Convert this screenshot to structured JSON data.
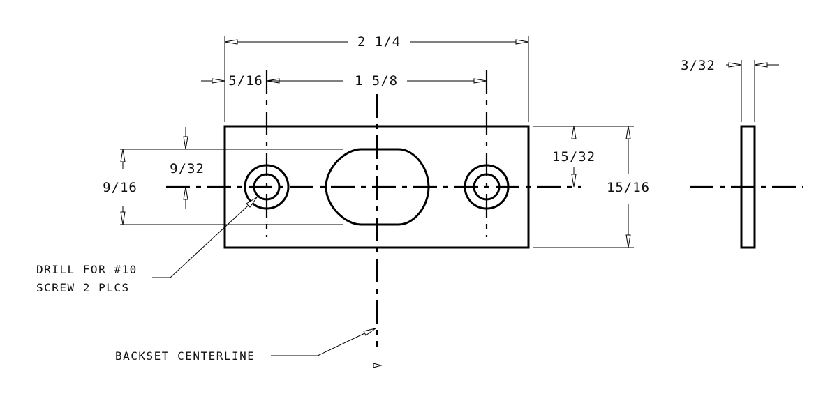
{
  "dimensions": {
    "overall_length": "2 1/4",
    "hole_offset": "5/16",
    "hole_spacing": "1 5/8",
    "thickness": "3/32",
    "slot_height": "9/16",
    "hole_center_offset": "9/32",
    "center_height": "15/32",
    "overall_height": "15/16"
  },
  "notes": {
    "drill_line1": "DRILL FOR #10",
    "drill_line2": "SCREW 2 PLCS",
    "backset": "BACKSET CENTERLINE"
  }
}
